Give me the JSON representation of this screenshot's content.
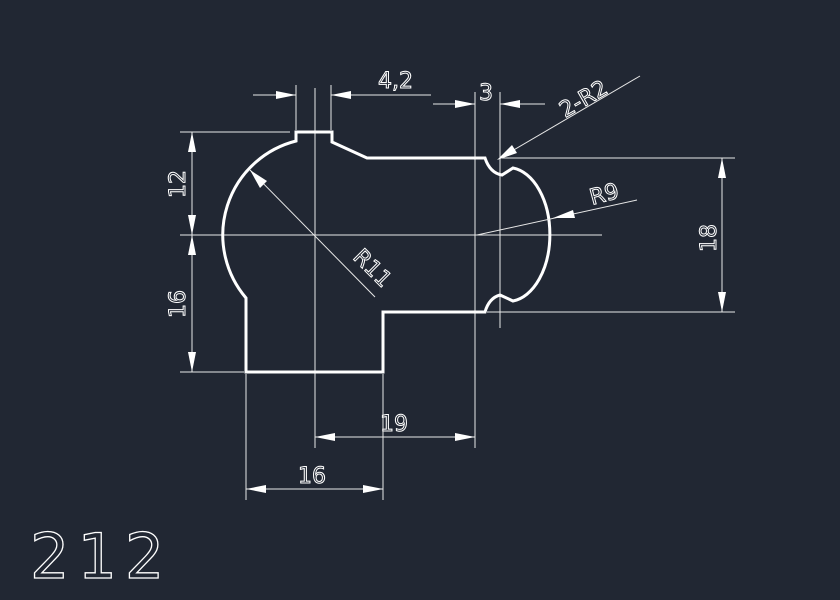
{
  "drawing": {
    "part_number": "212",
    "dimensions": {
      "top_notch_width": "4,2",
      "notch_offset": "3",
      "notch_radius": "2-R2",
      "right_radius": "R9",
      "left_radius": "R11",
      "upper_height": "12",
      "lower_height": "16",
      "right_height": "18",
      "center_to_notch": "19",
      "base_width": "16"
    },
    "colors": {
      "background": "#212733",
      "lines": "#ffffff"
    }
  }
}
